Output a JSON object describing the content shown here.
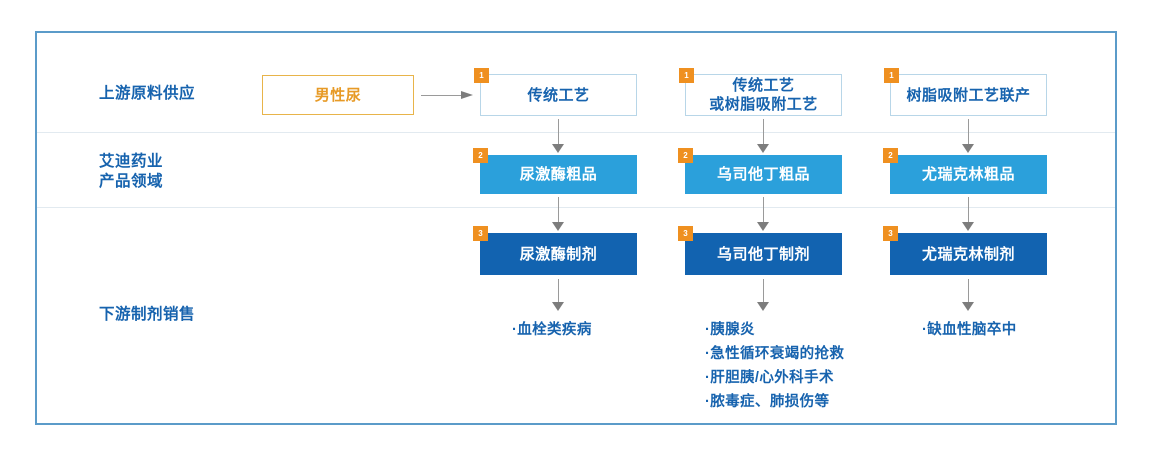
{
  "frame": {
    "border_color": "#5b9bc9"
  },
  "rows": [
    {
      "id": "upstream",
      "label": "上游原料供应"
    },
    {
      "id": "products",
      "label": "艾迪药业\n产品领域"
    },
    {
      "id": "downstream",
      "label": "下游制剂销售"
    }
  ],
  "source_node": {
    "label": "男性尿",
    "color": "#e79a26",
    "border": "#e8b44a"
  },
  "stage1": [
    {
      "badge": "1",
      "label": "传统工艺"
    },
    {
      "badge": "1",
      "label": "传统工艺\n或树脂吸附工艺"
    },
    {
      "badge": "1",
      "label": "树脂吸附工艺联产"
    }
  ],
  "stage2": [
    {
      "badge": "2",
      "label": "尿激酶粗品"
    },
    {
      "badge": "2",
      "label": "乌司他丁粗品"
    },
    {
      "badge": "2",
      "label": "尤瑞克林粗品"
    }
  ],
  "stage3": [
    {
      "badge": "3",
      "label": "尿激酶制剂"
    },
    {
      "badge": "3",
      "label": "乌司他丁制剂"
    },
    {
      "badge": "3",
      "label": "尤瑞克林制剂"
    }
  ],
  "indications": [
    {
      "items": [
        "·血栓类疾病"
      ]
    },
    {
      "items": [
        "·胰腺炎",
        "·急性循环衰竭的抢救",
        "·肝胆胰/心外科手术",
        "·脓毒症、肺损伤等"
      ]
    },
    {
      "items": [
        "·缺血性脑卒中"
      ]
    }
  ],
  "colors": {
    "stage1_text": "#1763ae",
    "stage2_fill": "#2ba0db",
    "stage3_fill": "#1263b0",
    "badge_fill": "#ef9020",
    "arrow": "#7d7d7d"
  }
}
